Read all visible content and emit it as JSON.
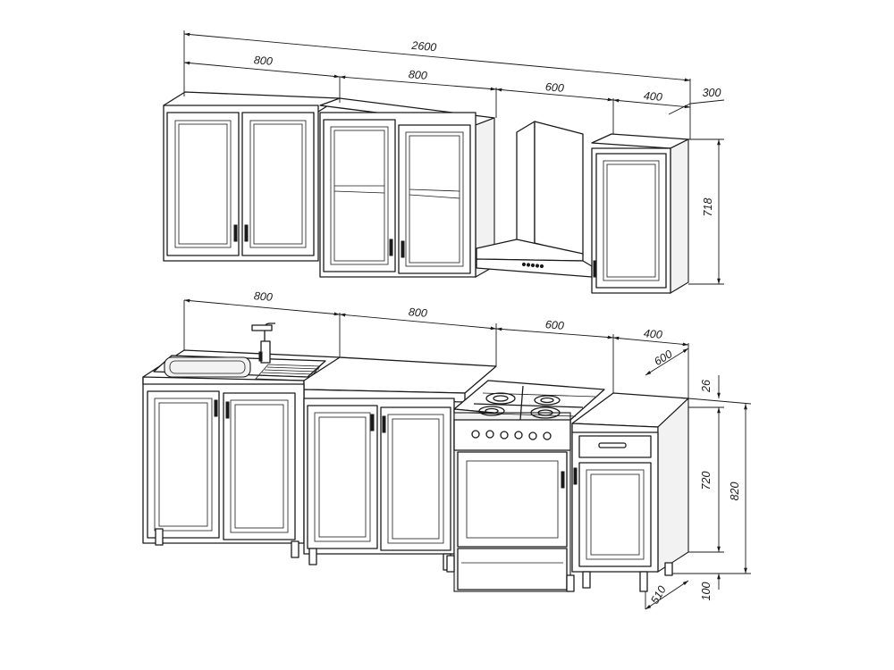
{
  "diagram": {
    "upper": {
      "overall_width": "2600",
      "module_widths": [
        "800",
        "800",
        "600",
        "400"
      ],
      "depth": "300",
      "height": "718"
    },
    "lower": {
      "module_widths": [
        "800",
        "800",
        "600",
        "400"
      ],
      "depth_worktop": "600",
      "worktop_thickness": "26",
      "carcass_height": "720",
      "total_height": "820",
      "leg_height": "100",
      "carcass_depth": "510"
    }
  }
}
